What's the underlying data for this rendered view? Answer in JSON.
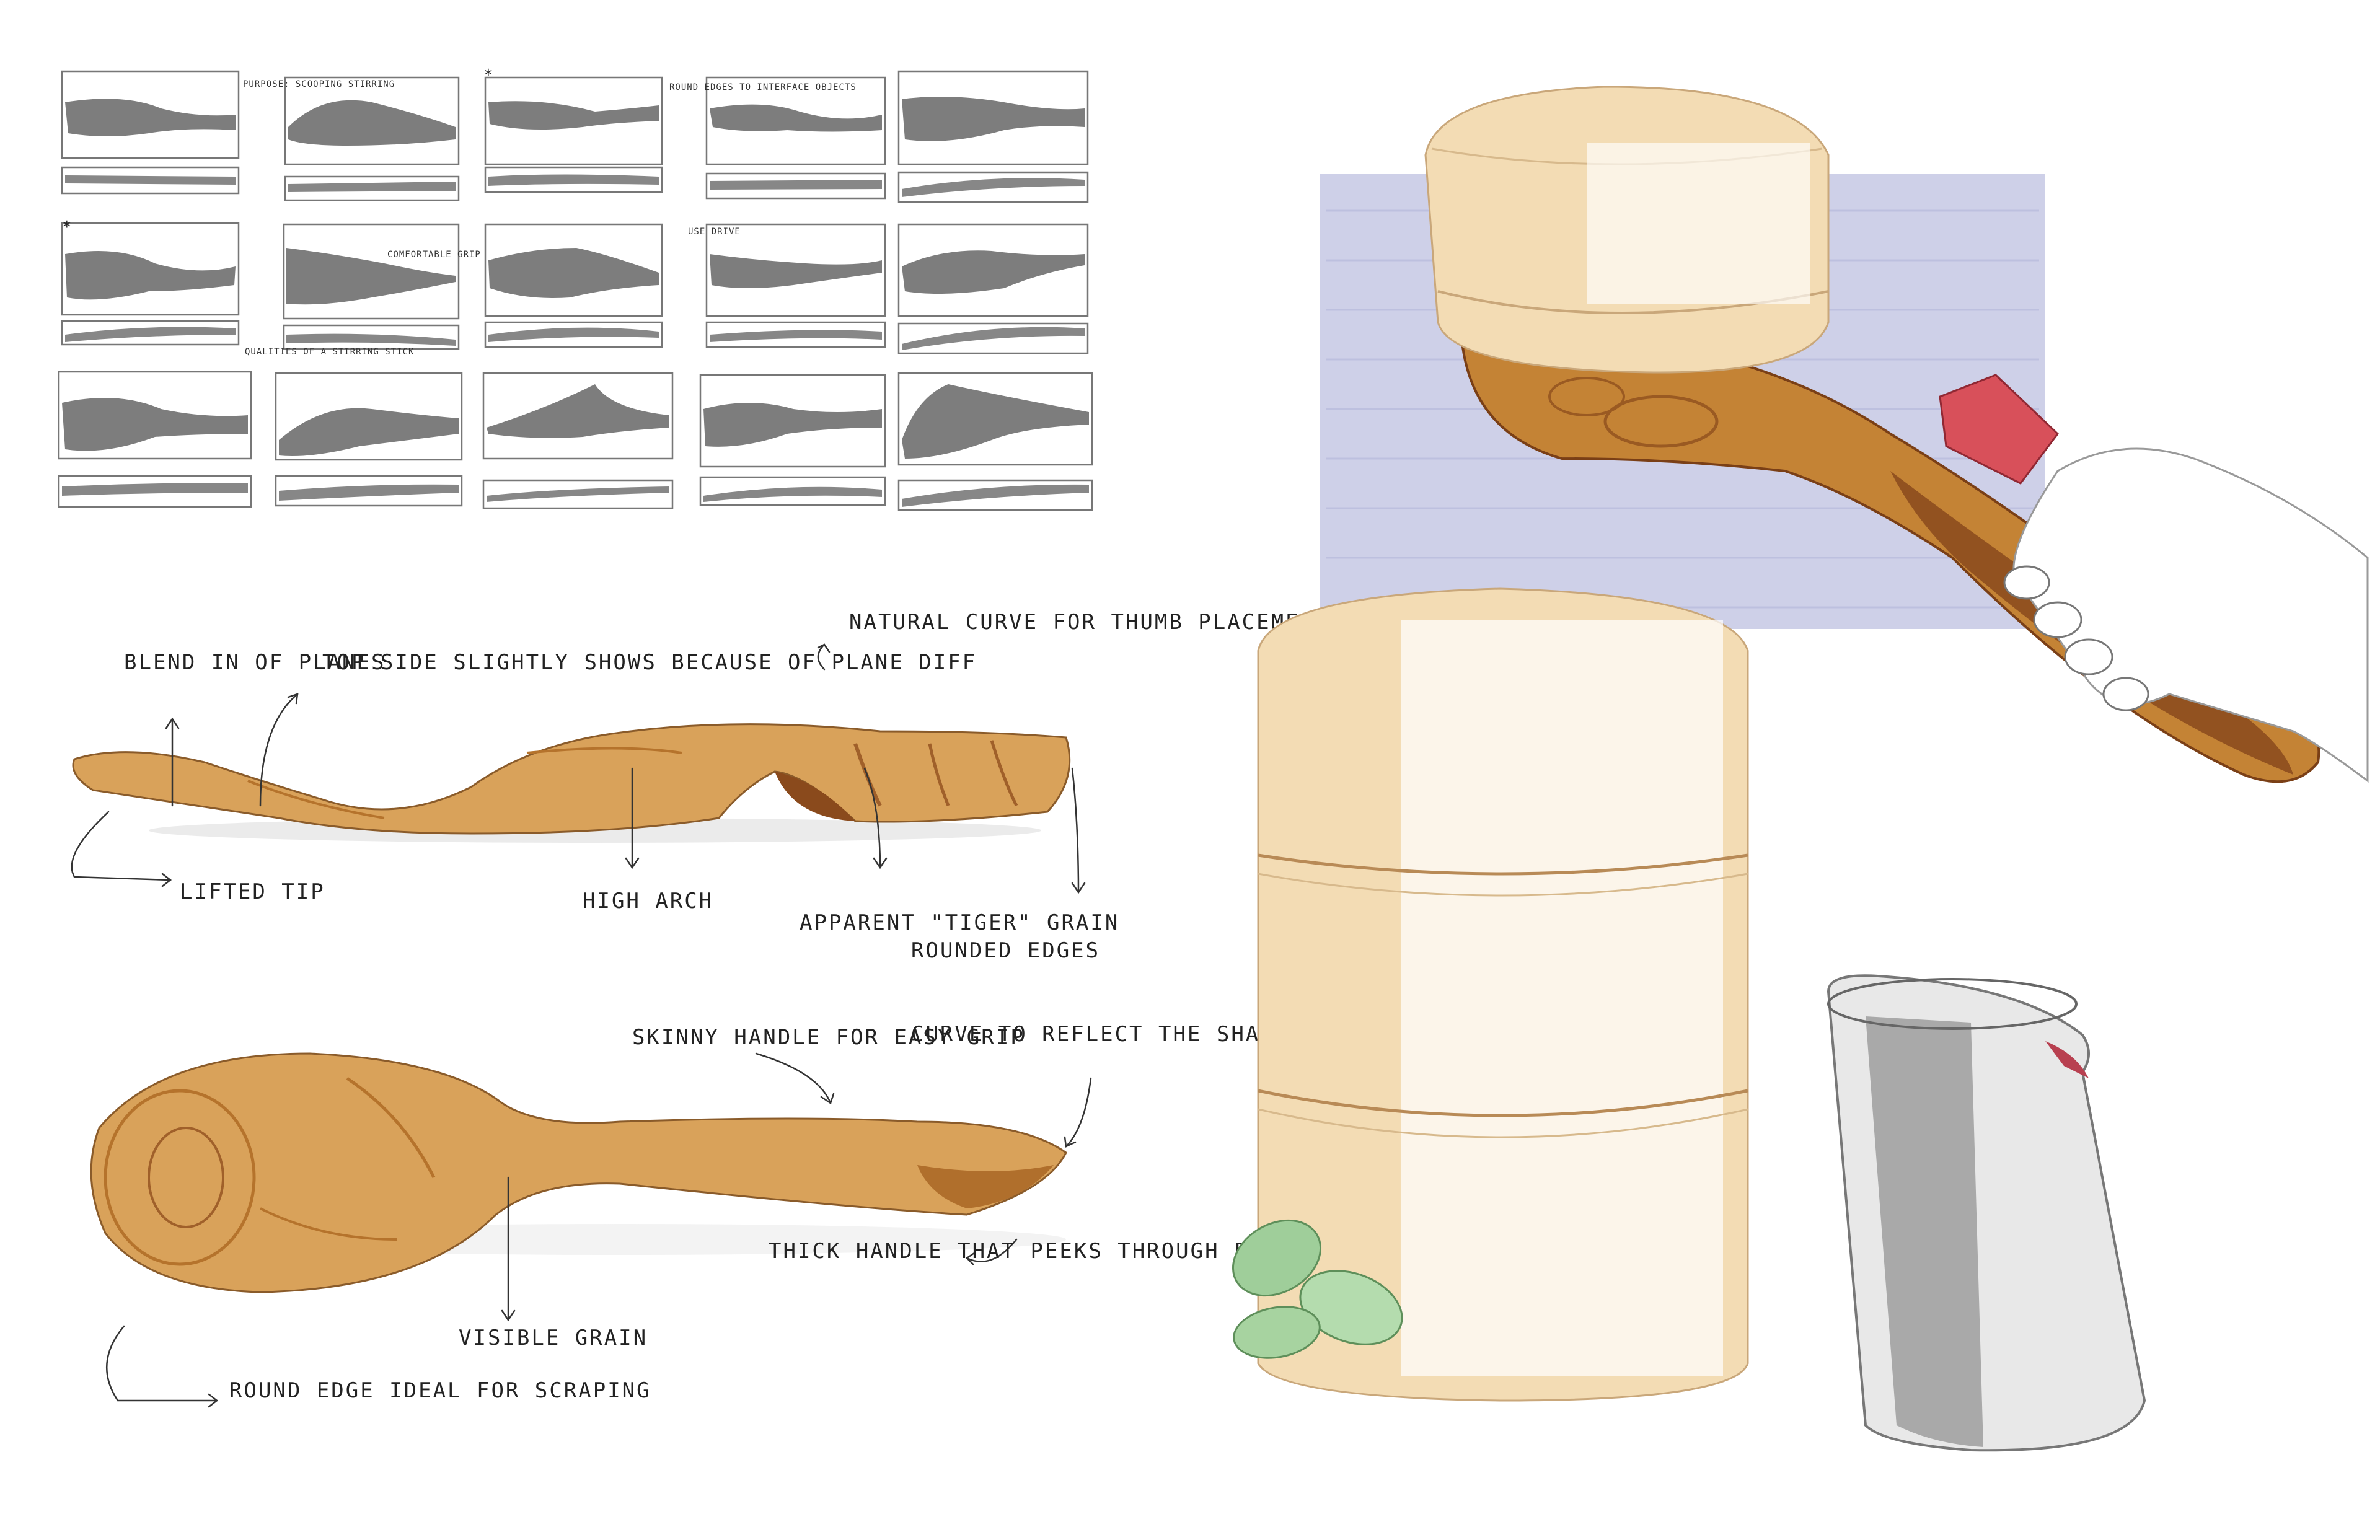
{
  "thumbnails": {
    "notes": [
      {
        "text": "PURPOSE: SCOOPING STIRRING"
      },
      {
        "text": "ROUND EDGES TO INTERFACE OBJECTS"
      },
      {
        "text": "COMFORTABLE GRIP"
      },
      {
        "text": "USE DRIVE"
      },
      {
        "text": "QUALITIES OF A STIRRING STICK"
      }
    ],
    "markers": [
      "*",
      "*"
    ]
  },
  "side_view": {
    "annotations": {
      "blend": "BLEND IN OF PLANES",
      "top_side": "TOP SIDE SLIGHTLY SHOWS BECAUSE OF PLANE DIFF",
      "natural_curve": "NATURAL CURVE FOR THUMB PLACEMENT",
      "lifted_tip": "LIFTED TIP",
      "high_arch": "HIGH ARCH",
      "tiger_grain": "APPARENT \"TIGER\" GRAIN",
      "rounded_edges": "ROUNDED EDGES"
    }
  },
  "top_view": {
    "annotations": {
      "skinny_handle": "SKINNY HANDLE FOR EASY GRIP",
      "curve_reflect": "CURVE TO REFLECT THE SHAPE OF HEAD",
      "thick_handle": "THICK HANDLE THAT PEEKS THROUGH FROM THE TOP",
      "visible_grain": "VISIBLE GRAIN",
      "round_edge": "ROUND EDGE IDEAL FOR SCRAPING"
    }
  },
  "colors": {
    "wood_light": "#d9a25a",
    "wood_mid": "#c48335",
    "wood_dark": "#8a4a1c",
    "marker_gray": "#6f6f6f",
    "lavender": "#c9cbe6",
    "bread": "#f3dcb4",
    "red_accent": "#d8505a",
    "leaf": "#9fce9a"
  }
}
